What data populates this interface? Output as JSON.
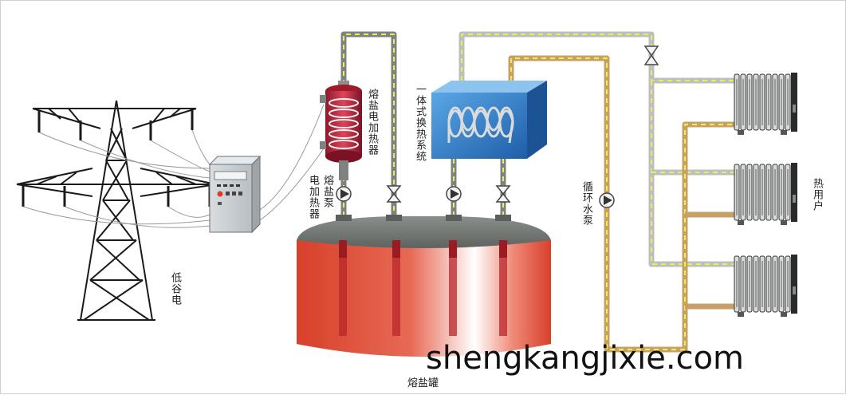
{
  "labels": {
    "low_valley_power": "低谷电",
    "molten_salt_heater": "熔盐电加热器",
    "molten_salt_pump": "熔盐泵",
    "heater_small": "电加热器",
    "integrated_heat_exchanger": "一体式换热系统",
    "circulating_water_pump": "循环水泵",
    "heat_users": "热用户",
    "molten_salt_tank": "熔盐罐"
  },
  "watermark": "shengkangjixie.com",
  "colors": {
    "salt_tank_red": "#d8402a",
    "tank_lid": "#6f7470",
    "pipe_gray": "#8a8d8c",
    "pipe_tan": "#c9a064",
    "pipe_dash": "#e8ef5a",
    "heat_exchanger_blue": "#2f7fc8",
    "heater_red": "#c62a3a",
    "pump_green": "#4a8a5a"
  },
  "icons": [
    "power-tower-icon",
    "control-cabinet-icon",
    "pump-icon",
    "valve-icon",
    "radiator-icon",
    "coil-icon"
  ]
}
